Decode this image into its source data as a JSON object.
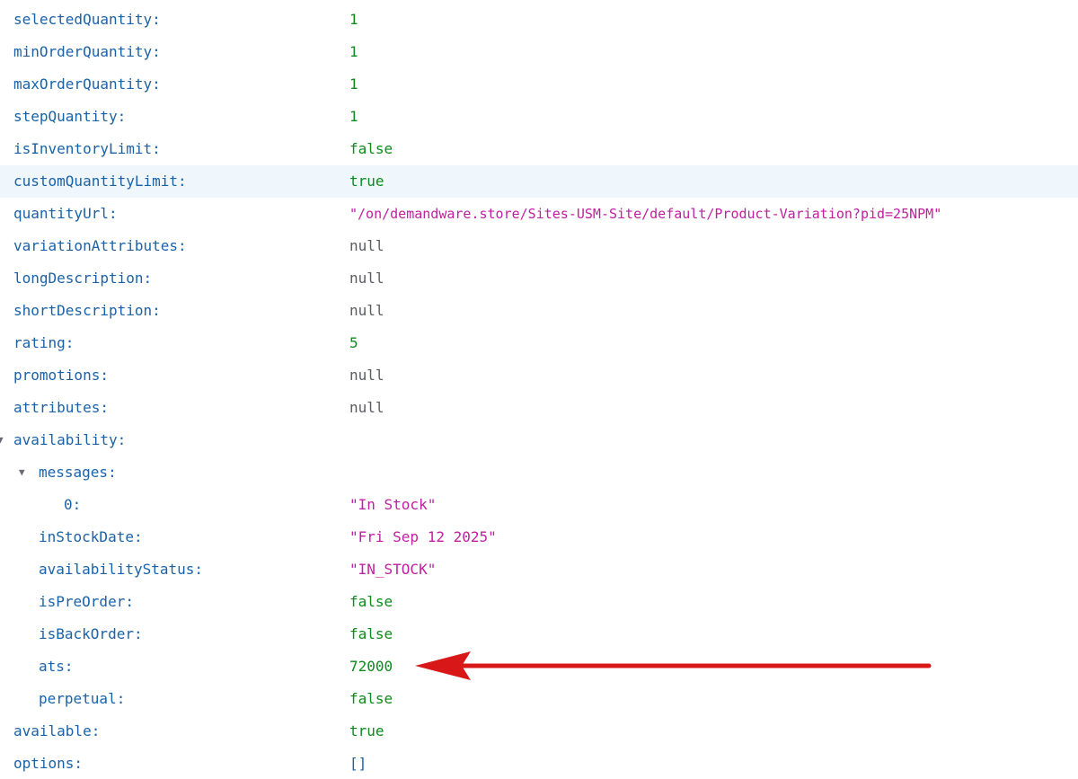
{
  "rows": [
    {
      "key": "selectedQuantity:",
      "value": "1",
      "type": "number"
    },
    {
      "key": "minOrderQuantity:",
      "value": "1",
      "type": "number"
    },
    {
      "key": "maxOrderQuantity:",
      "value": "1",
      "type": "number"
    },
    {
      "key": "stepQuantity:",
      "value": "1",
      "type": "number"
    },
    {
      "key": "isInventoryLimit:",
      "value": "false",
      "type": "boolean"
    },
    {
      "key": "customQuantityLimit:",
      "value": "true",
      "type": "boolean"
    },
    {
      "key": "quantityUrl:",
      "value": "\"/on/demandware.store/Sites-USM-Site/default/Product-Variation?pid=25NPM\"",
      "type": "string"
    },
    {
      "key": "variationAttributes:",
      "value": "null",
      "type": "null"
    },
    {
      "key": "longDescription:",
      "value": "null",
      "type": "null"
    },
    {
      "key": "shortDescription:",
      "value": "null",
      "type": "null"
    },
    {
      "key": "rating:",
      "value": "5",
      "type": "number"
    },
    {
      "key": "promotions:",
      "value": "null",
      "type": "null"
    },
    {
      "key": "attributes:",
      "value": "null",
      "type": "null"
    },
    {
      "key": "availability:",
      "value": "",
      "type": "object"
    },
    {
      "key": "messages:",
      "value": "",
      "type": "object"
    },
    {
      "key": "0:",
      "value": "\"In Stock\"",
      "type": "string"
    },
    {
      "key": "inStockDate:",
      "value": "\"Fri Sep 12 2025\"",
      "type": "string"
    },
    {
      "key": "availabilityStatus:",
      "value": "\"IN_STOCK\"",
      "type": "string"
    },
    {
      "key": "isPreOrder:",
      "value": "false",
      "type": "boolean"
    },
    {
      "key": "isBackOrder:",
      "value": "false",
      "type": "boolean"
    },
    {
      "key": "ats:",
      "value": "72000",
      "type": "number"
    },
    {
      "key": "perpetual:",
      "value": "false",
      "type": "boolean"
    },
    {
      "key": "available:",
      "value": "true",
      "type": "boolean"
    },
    {
      "key": "options:",
      "value": "[]",
      "type": "array"
    }
  ],
  "colors": {
    "key": "#1a62a8",
    "number": "#0e8a1c",
    "string": "#c020a0",
    "null": "#5b5b66",
    "highlight_row": "#f0f7fc",
    "annotation_arrow": "#d81818"
  },
  "icons": {
    "expand_toggle": "triangle-down-icon",
    "annotation": "red-arrow-icon"
  }
}
